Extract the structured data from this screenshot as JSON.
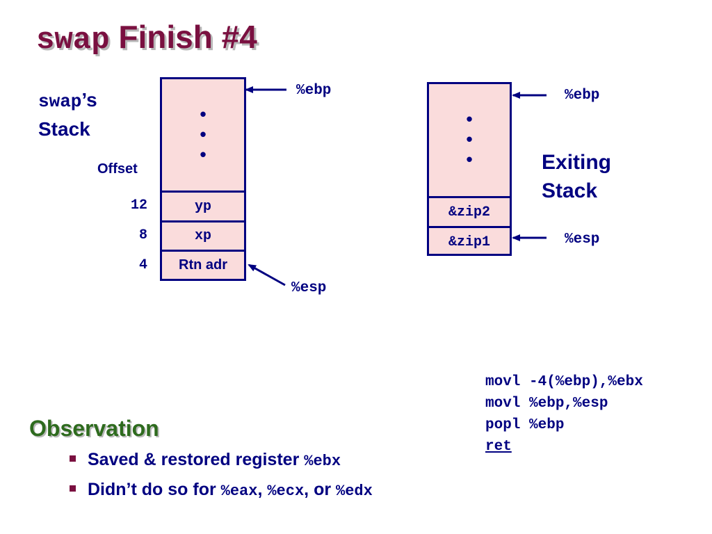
{
  "title": {
    "code": "swap",
    "text": "Finish #4"
  },
  "left_stack": {
    "label_code": "swap",
    "label_suffix": "’s",
    "label_line2": "Stack",
    "offset_header": "Offset",
    "dots": [
      "•",
      "•",
      "•"
    ],
    "cells": [
      {
        "offset": "12",
        "label": "yp"
      },
      {
        "offset": "8",
        "label": "xp"
      },
      {
        "offset": "4",
        "label": "Rtn adr"
      }
    ],
    "ebp_label": "%ebp",
    "esp_label": "%esp"
  },
  "right_stack": {
    "dots": [
      "•",
      "•",
      "•"
    ],
    "cells": [
      "&zip2",
      "&zip1"
    ],
    "ebp_label": "%ebp",
    "esp_label": "%esp",
    "caption_line1": "Exiting",
    "caption_line2": "Stack"
  },
  "code": [
    "movl -4(%ebp),%ebx",
    "movl %ebp,%esp",
    "popl %ebp",
    "ret"
  ],
  "observation": {
    "heading": "Observation",
    "bullet1_text": "Saved & restored register ",
    "bullet1_code": "%ebx",
    "bullet2_text": "Didn’t do so for ",
    "bullet2_code1": "%eax",
    "bullet2_sep1": ", ",
    "bullet2_code2": "%ecx",
    "bullet2_sep2": ", or ",
    "bullet2_code3": "%edx"
  }
}
